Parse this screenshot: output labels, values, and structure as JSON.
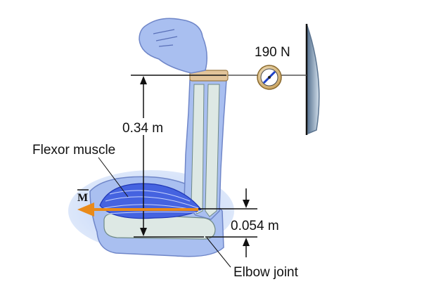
{
  "labels": {
    "force": "190 N",
    "distance_long": "0.34 m",
    "distance_short": "0.054 m",
    "muscle": "Flexor muscle",
    "joint": "Elbow joint",
    "moment_vector": "M"
  },
  "colors": {
    "arm_fill": "#a9bff0",
    "arm_outline": "#6f86c8",
    "bone_fill": "#dde8e4",
    "bone_outline": "#6f8a86",
    "muscle_blue": "#2a47d6",
    "vector_orange": "#e98a1a",
    "wrist_band": "#e2c49a",
    "wall": "#9fb2c6",
    "line": "#111111"
  }
}
